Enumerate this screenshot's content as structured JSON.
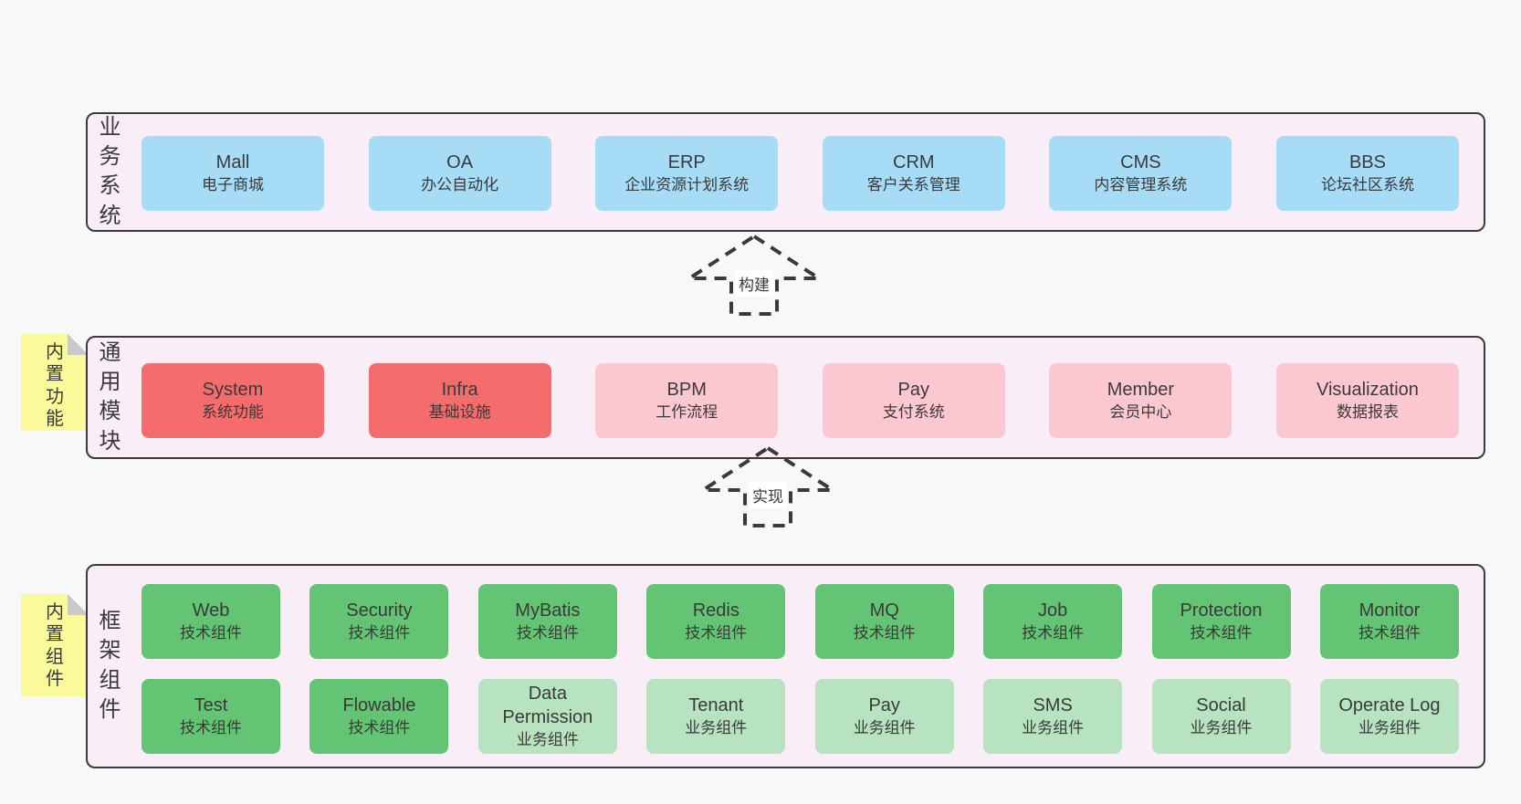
{
  "colors": {
    "pageBg": "#f8f8f8",
    "sectionBg": "#f9eef7",
    "sectionBorder": "#3a3a3a",
    "text": "#3a3a3a",
    "blue": "#a6dcf5",
    "red": "#f56c6c",
    "pink": "#fbc8d1",
    "greenDark": "#63c473",
    "greenLight": "#b7e3c0",
    "noteYellow": "#fafa9b",
    "noteFold": "#c9c9c9",
    "arrowDash": "#3a3a3a",
    "arrowLabelBg": "#ffffff"
  },
  "sections": {
    "business": {
      "label": "业务系统",
      "boxes": [
        {
          "name": "Mall",
          "desc": "电子商城"
        },
        {
          "name": "OA",
          "desc": "办公自动化"
        },
        {
          "name": "ERP",
          "desc": "企业资源计划系统"
        },
        {
          "name": "CRM",
          "desc": "客户关系管理"
        },
        {
          "name": "CMS",
          "desc": "内容管理系统"
        },
        {
          "name": "BBS",
          "desc": "论坛社区系统"
        }
      ]
    },
    "modules": {
      "label": "通用模块",
      "note": "内置功能",
      "boxes": [
        {
          "name": "System",
          "desc": "系统功能"
        },
        {
          "name": "Infra",
          "desc": "基础设施"
        },
        {
          "name": "BPM",
          "desc": "工作流程"
        },
        {
          "name": "Pay",
          "desc": "支付系统"
        },
        {
          "name": "Member",
          "desc": "会员中心"
        },
        {
          "name": "Visualization",
          "desc": "数据报表"
        }
      ]
    },
    "framework": {
      "label": "框架组件",
      "note": "内置组件",
      "rows": [
        [
          {
            "name": "Web",
            "desc": "技术组件"
          },
          {
            "name": "Security",
            "desc": "技术组件"
          },
          {
            "name": "MyBatis",
            "desc": "技术组件"
          },
          {
            "name": "Redis",
            "desc": "技术组件"
          },
          {
            "name": "MQ",
            "desc": "技术组件"
          },
          {
            "name": "Job",
            "desc": "技术组件"
          },
          {
            "name": "Protection",
            "desc": "技术组件"
          },
          {
            "name": "Monitor",
            "desc": "技术组件"
          }
        ],
        [
          {
            "name": "Test",
            "desc": "技术组件"
          },
          {
            "name": "Flowable",
            "desc": "技术组件"
          },
          {
            "name": "Data Permission",
            "desc": "业务组件"
          },
          {
            "name": "Tenant",
            "desc": "业务组件"
          },
          {
            "name": "Pay",
            "desc": "业务组件"
          },
          {
            "name": "SMS",
            "desc": "业务组件"
          },
          {
            "name": "Social",
            "desc": "业务组件"
          },
          {
            "name": "Operate Log",
            "desc": "业务组件"
          }
        ]
      ]
    }
  },
  "arrows": [
    {
      "label": "构建"
    },
    {
      "label": "实现"
    }
  ]
}
